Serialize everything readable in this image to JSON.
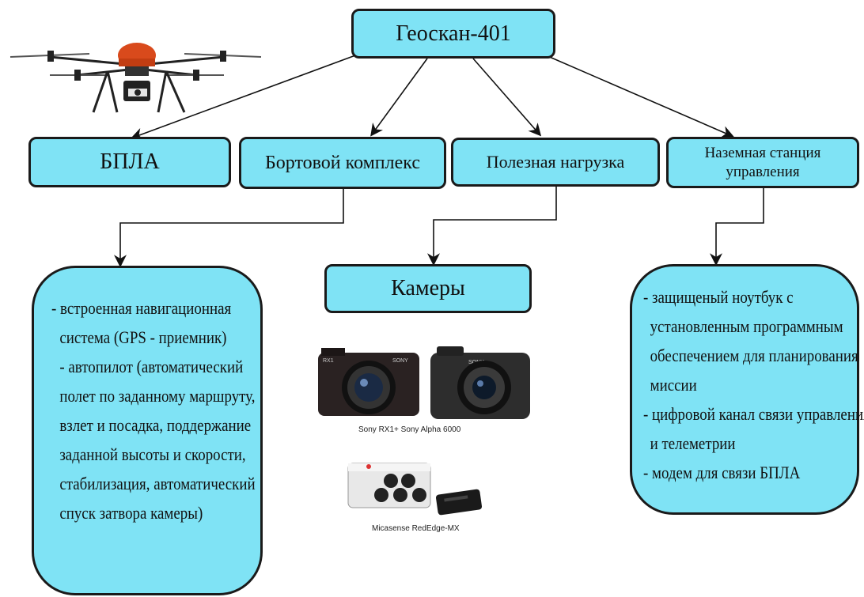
{
  "diagram": {
    "root": "Геоскан-401",
    "nodes": [
      {
        "id": "bpla",
        "label": "БПЛА"
      },
      {
        "id": "onboard",
        "label": "Бортовой комплекс"
      },
      {
        "id": "payload",
        "label": "Полезная нагрузка"
      },
      {
        "id": "ground",
        "label": "Наземная станция управления"
      }
    ],
    "cameras": "Камеры",
    "onboard_details": [
      "- встроенная навигационная",
      "система (GPS - приемник)",
      "- автопилот (автоматический",
      "полет по заданному маршруту,",
      "взлет и посадка, поддержание",
      "заданной высоты и скорости,",
      "стабилизация, автоматический",
      "спуск затвора камеры)"
    ],
    "ground_details": [
      "- защищеный ноутбук с",
      "установленным программным",
      "обеспечением для планирования",
      "миссии",
      "- цифровой канал связи управления",
      "и телеметрии",
      "- модем для связи БПЛА"
    ],
    "captions": {
      "cam1": "Sony RX1+ Sony Alpha 6000",
      "cam2": "Micasense RedEdge-MX"
    },
    "camera_body_labels": {
      "rx1": "RX1",
      "sony1": "SONY",
      "sony2": "SONY"
    },
    "colors": {
      "box_fill": "#7fe3f5",
      "border": "#1a1a1a",
      "drone_red": "#d94a1c"
    }
  }
}
